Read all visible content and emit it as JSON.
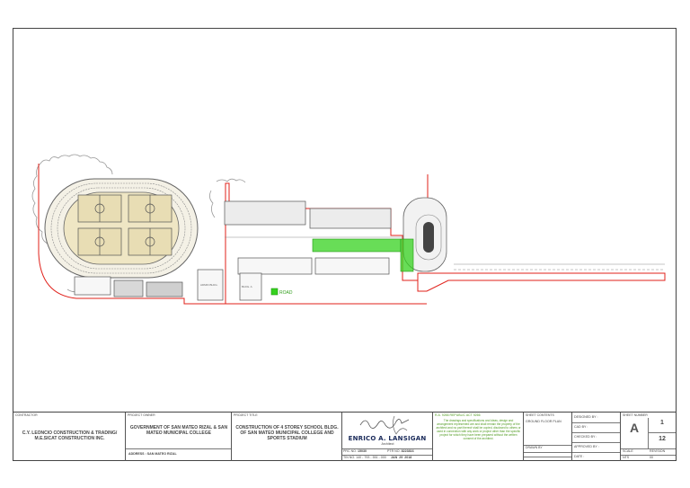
{
  "plan": {
    "legend_label": "ROAD",
    "building_labels": [
      "ADMIN BLDG.",
      "BLDG. A"
    ],
    "colors": {
      "road_highlight": "#35d11f",
      "boundary": "#e0201a",
      "trees": "#9a9a9a",
      "court_fill": "#efe6c4"
    }
  },
  "title_block": {
    "contractor_caption": "Contractor",
    "contractor": "C.Y. LEONCIO CONSTRUCTION & TRADING/ M.E.SICAT CONSTRUCTION INC.",
    "owner_caption": "Project Owner",
    "owner": "GOVERNMENT OF SAN MATEO RIZAL & SAN MATEO MUNICIPAL COLLEGE",
    "address": "ADDRESS : SAN MATEO RIZAL",
    "project_caption": "Project Title",
    "project": "CONSTRUCTION OF 4 STOREY SCHOOL BLDG. OF SAN MATEO MUNICIPAL COLLEGE AND SPORTS STADIUM",
    "engineer_name": "ENRICO A. LANSIGAN",
    "engineer_sub": "Architect",
    "prc_label": "PRC NO.",
    "prc_no": "15030",
    "ptr_label": "PTR NO.",
    "ptr_no": "8223816",
    "tin_label": "TIN NO.",
    "tin_no": "140 - 793 - 551 - 000",
    "date_month": "JAN",
    "date_day": "29",
    "date_year": "2018",
    "ra_caption": "R.A. 9266 REPUBLIC ACT 9266",
    "ra_text": "The drawings and specifications and ideas, design and arrangement represented are and shall remain the property of the architect and no part thereof shall be copied, disclosed to others or used in connection with any work or project other than the specific project for which they have been prepared without the written consent of the architect.",
    "sheet_contents_caption": "Sheet Contents",
    "sheet_contents": "GROUND FLOOR PLAN",
    "drawn_caption": "Drawn by",
    "stamp_labels": [
      "DESIGNED BY :",
      "CAD BY :",
      "CHECKED BY :",
      "APPROVED BY :",
      "DATE :"
    ],
    "sheet_number_caption": "Sheet Number",
    "sheet_letter": "A",
    "sheet_no": "1",
    "sheet_total": "12",
    "scale_label": "SCALE",
    "revision_label": "REVISION",
    "scale_value": "NTS",
    "revision_value": "00"
  }
}
